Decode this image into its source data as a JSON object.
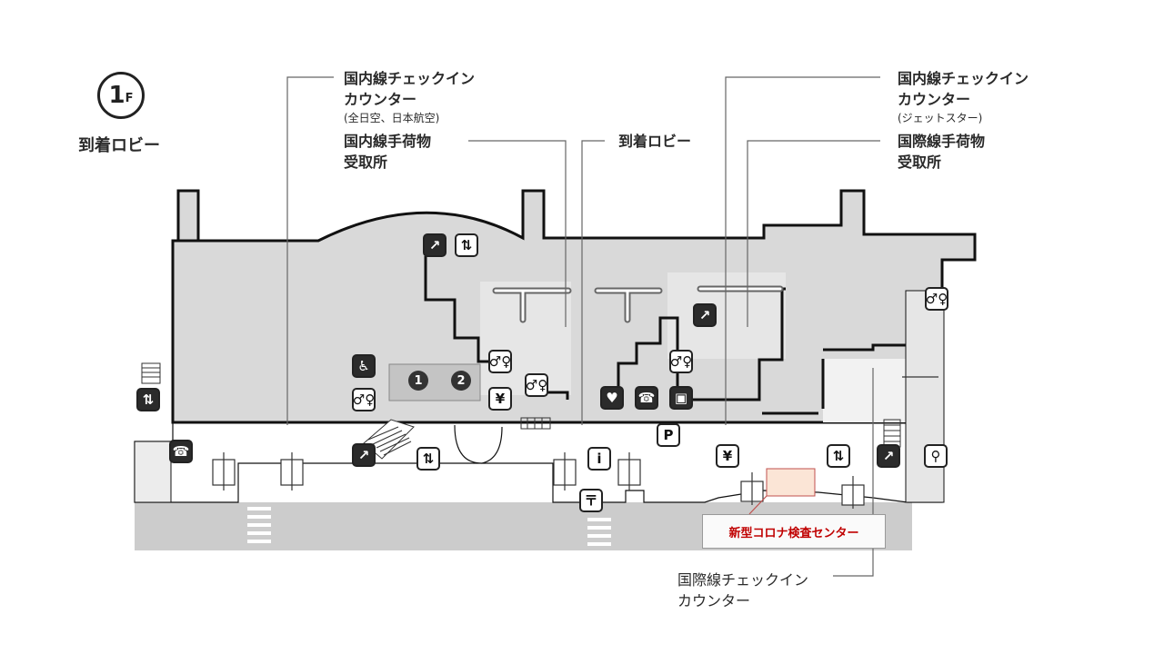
{
  "floor": {
    "number": "1",
    "suffix": "F",
    "title": "到着ロビー"
  },
  "labels": {
    "dom_checkin_ana_jal": {
      "line1": "国内線チェックイン",
      "line2": "カウンター",
      "sub": "(全日空、日本航空)"
    },
    "dom_baggage": {
      "line1": "国内線手荷物",
      "line2": "受取所"
    },
    "arrival_lobby": {
      "text": "到着ロビー"
    },
    "dom_checkin_jetstar": {
      "line1": "国内線チェックイン",
      "line2": "カウンター",
      "sub": "(ジェットスター)"
    },
    "intl_baggage": {
      "line1": "国際線手荷物",
      "line2": "受取所"
    },
    "intl_checkin": {
      "line1": "国際線チェックイン",
      "line2": "カウンター"
    }
  },
  "gates": [
    "1",
    "2"
  ],
  "covid_center": {
    "label": "新型コロナ検査センター"
  },
  "colors": {
    "floor": "#d9d9d9",
    "road": "#cccccc",
    "wall": "#111111",
    "highlight_fill": "#fbe5d6",
    "highlight_stroke": "#c0504d",
    "covid_text": "#c00000"
  },
  "icons": [
    "escalator-icon",
    "elevator-icon",
    "toilet-icon",
    "accessible-toilet-icon",
    "telephone-icon",
    "information-icon",
    "post-office-icon",
    "parking-icon",
    "atm-icon",
    "nursing-room-icon",
    "baggage-storage-icon",
    "bicycle-icon",
    "door-arrow-icon"
  ]
}
